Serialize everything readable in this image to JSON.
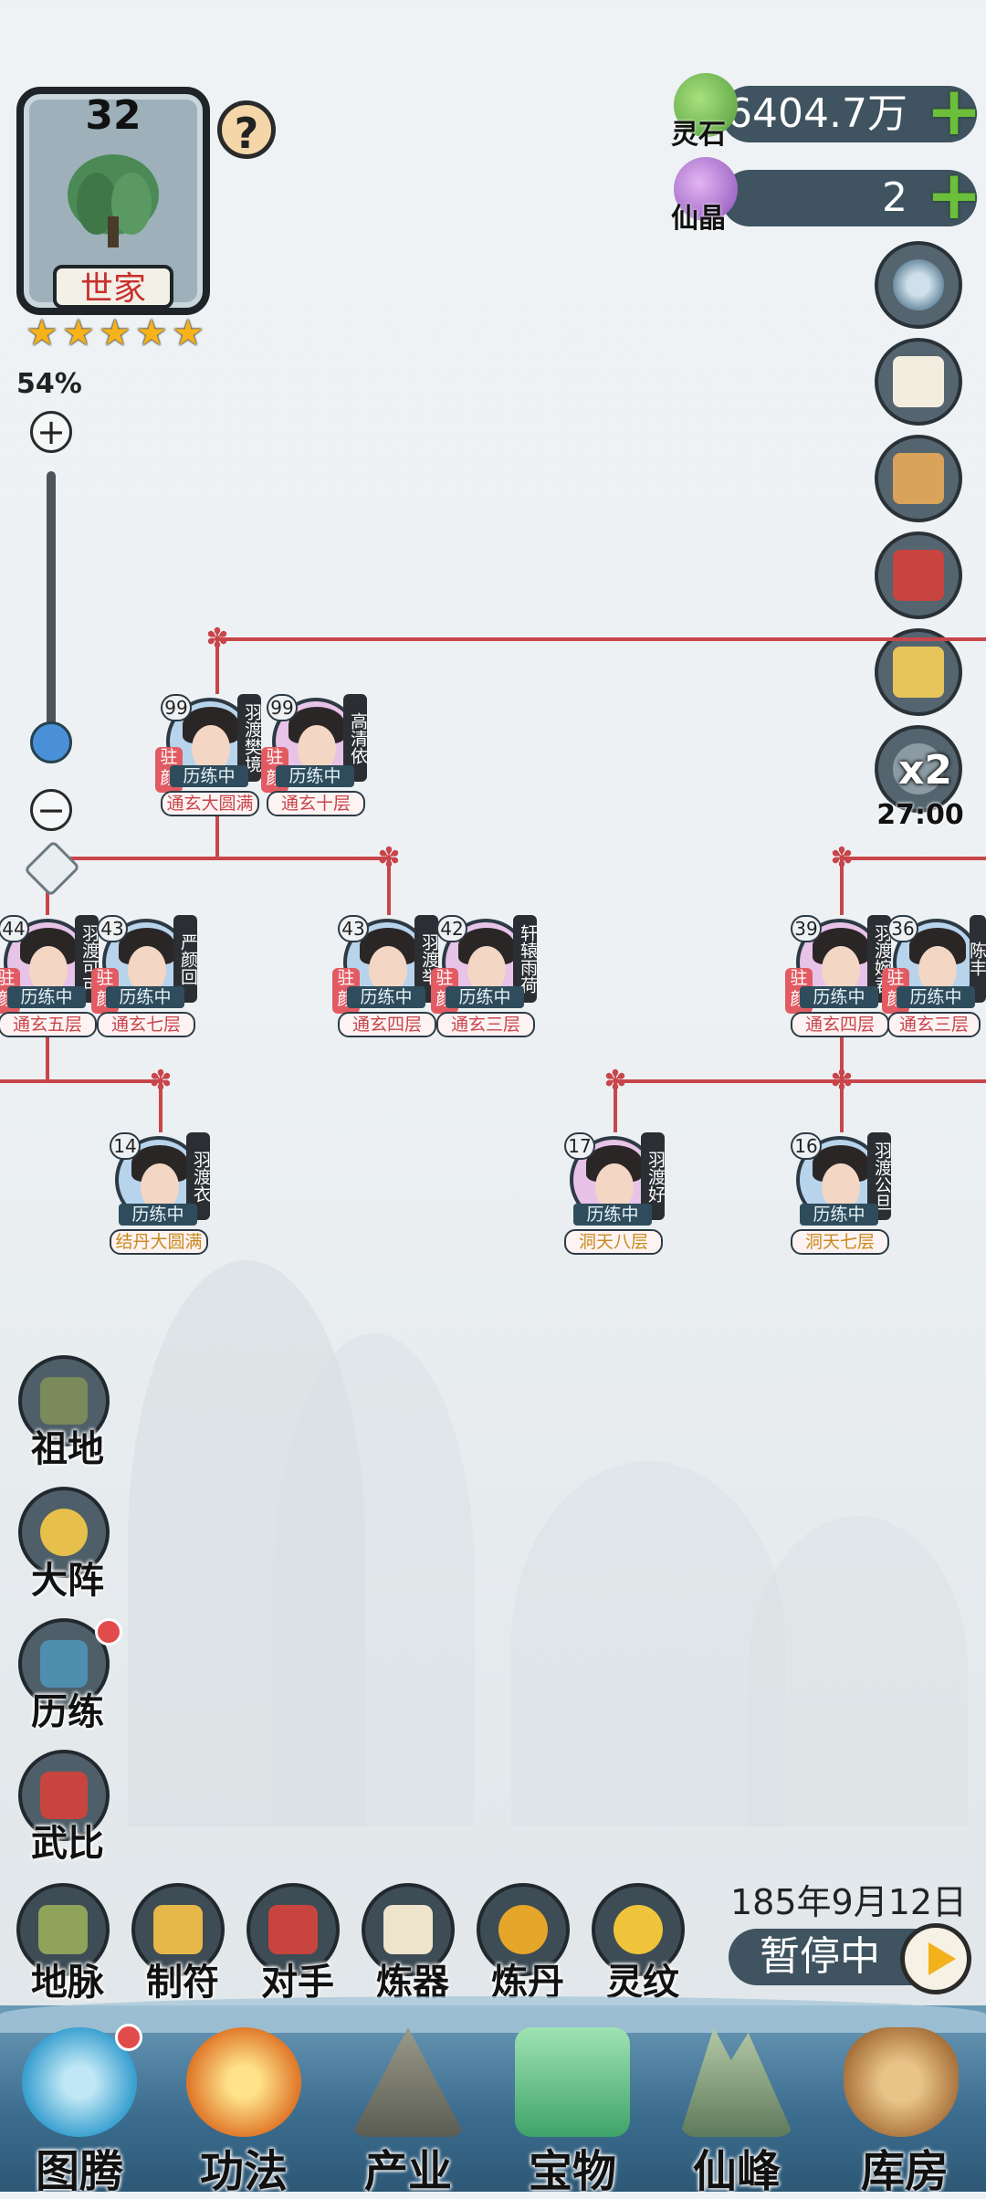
{
  "crest": {
    "level": "32",
    "name": "世家",
    "stars": [
      "★",
      "★",
      "★",
      "★",
      "★"
    ],
    "help": "?"
  },
  "zoom": {
    "percent": "54%",
    "plus": "+",
    "minus": "−",
    "level": 0.54
  },
  "currency": {
    "spirit_stone": {
      "label": "灵石",
      "value": "6404.7万",
      "plus": "+"
    },
    "crystal": {
      "label": "仙晶",
      "value": "2",
      "plus": "+"
    }
  },
  "speed": {
    "multiplier": "x2",
    "time": "27:00"
  },
  "members": [
    {
      "level": "99",
      "name": "羽渡樊境",
      "status": "历练中",
      "realm": "通玄大圆满",
      "tag": "驻颜"
    },
    {
      "level": "99",
      "name": "高清依",
      "status": "历练中",
      "realm": "通玄十层",
      "tag": "驻颜"
    },
    {
      "level": "44",
      "name": "羽渡可可",
      "status": "历练中",
      "realm": "通玄五层",
      "tag": "驻颜"
    },
    {
      "level": "43",
      "name": "严颜回",
      "status": "历练中",
      "realm": "通玄七层",
      "tag": "驻颜"
    },
    {
      "level": "43",
      "name": "羽渡举",
      "status": "历练中",
      "realm": "通玄四层",
      "tag": "驻颜"
    },
    {
      "level": "42",
      "name": "轩辕雨荷",
      "status": "历练中",
      "realm": "通玄三层",
      "tag": "驻颜"
    },
    {
      "level": "39",
      "name": "羽渡婉君",
      "status": "历练中",
      "realm": "通玄四层",
      "tag": "驻颜"
    },
    {
      "level": "36",
      "name": "陈丰",
      "status": "历练中",
      "realm": "通玄三层",
      "tag": "驻颜"
    },
    {
      "level": "14",
      "name": "羽渡衣",
      "status": "历练中",
      "realm": "结丹大圆满",
      "tag": ""
    },
    {
      "level": "17",
      "name": "羽渡好",
      "status": "历练中",
      "realm": "洞天八层",
      "tag": ""
    },
    {
      "level": "16",
      "name": "羽渡公旦",
      "status": "历练中",
      "realm": "洞天七层",
      "tag": ""
    }
  ],
  "side_buttons": [
    "祖地",
    "大阵",
    "历练",
    "武比"
  ],
  "craft_buttons": [
    "地脉",
    "制符",
    "对手",
    "炼器",
    "炼丹",
    "灵纹"
  ],
  "date": "185年9月12日",
  "pause_label": "暂停中",
  "nav": [
    "图腾",
    "功法",
    "产业",
    "宝物",
    "仙峰",
    "库房"
  ],
  "colors": {
    "accent_red": "#c8454a",
    "bar": "#3f5360",
    "plus_green": "#6bbf3a",
    "star": "#f6b21b"
  }
}
